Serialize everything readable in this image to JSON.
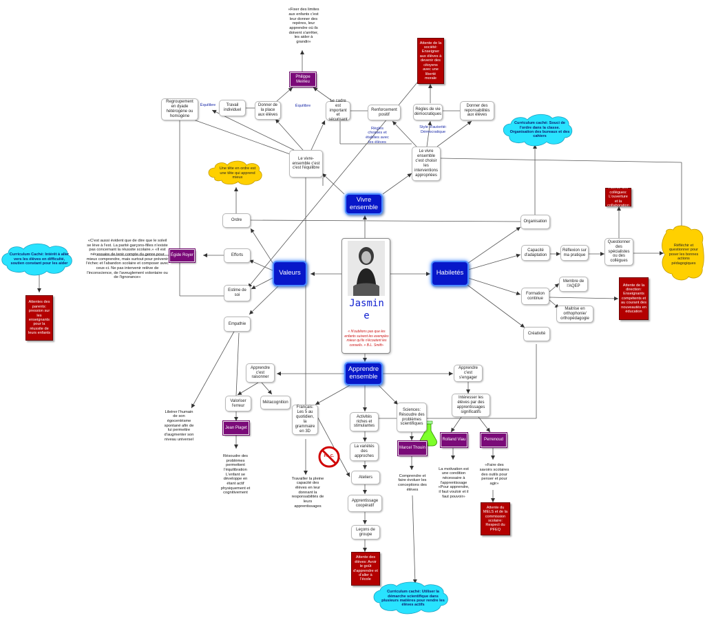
{
  "center": {
    "name": "Jasmine",
    "name_line1": "Jasmin",
    "name_line2": "e",
    "quote": "« N'oublions pas que les enfants suivent les exemples mieux qu'ils n'écoutent les conseils. » B.L. Smith-"
  },
  "main_nodes": {
    "vivre": "Vivre ensemble",
    "valeurs": "Valeurs",
    "habiletes": "Habiletés",
    "apprendre": "Apprendre ensemble"
  },
  "white_nodes": {
    "regroupement": "Regroupement en dyade hétérogène ou homogène",
    "travail_individuel": "Travail individuel",
    "donner_place": "Donner de la place aux élèves",
    "cadre": "Le cadre est important et sécurisant",
    "renforcement": "Renforcement positif",
    "regles_vie": "Règles de vie démocratiques",
    "donner_resp": "Donner des reponsabilités aux élèves",
    "vivre_equilibre": "Le vivre-ensemble c'est c'est l'équilibre",
    "vivre_choisir": "Le vivre ensemble c'est choisir les interventions appropriées",
    "ordre": "Ordre",
    "efforts": "Efforts",
    "estime": "Estime de soi",
    "empathie": "Empathie",
    "organisation": "Organisation",
    "capacite": "Capacité d'adaptation",
    "reflexion_pratique": "Réflexion sur ma pratique",
    "questionner": "Questionner des spécialistes ou des collègues",
    "formation": "Formation continue",
    "membre": "Membre de l'AQEP",
    "maitrise": "Maitrise en orthophonie/ orthopédagogie",
    "creativite": "Créativité",
    "apprendre_raisonner": "Apprendre c'est raisonner",
    "valoriser": "Valoriser l'erreur",
    "metacognition": "Métacognition",
    "francais": "Français: Les 5 au quotidien, la grammaire en 3D",
    "activites": "Activités riches et stimulantes",
    "variete": "La variétés des approches",
    "ateliers": "Ateliers",
    "cooperatif": "Apprentissage coopératif",
    "lecons": "Leçons de groupe",
    "sciences": "Sciences: Résoudre des problèmes scientifiques",
    "apprendre_engager": "Apprendre c'est s'engager",
    "interesser": "Intéresser les élèves par des apprentissages significatifs"
  },
  "purple_nodes": {
    "meirieu": "Philippe Meirieu",
    "royer": "Égide Royer",
    "piaget": "Jean Piaget",
    "thouin": "Marcel Thouin",
    "viau": "Rolland Viau",
    "perrenoud": "Perrenoud"
  },
  "red_nodes": {
    "societe": "Attente de la société: Enseigner aux élèves à devenir des citoyens avec une liberté morale",
    "collegues": "Attente des collègues: L'ouverture et la collaboration",
    "direction": "Attente de la direction: Enseignants compétents et au courant des nouveautés en éducation",
    "parents": "Attentes des parents: pression sur les enseignants pour la réussite de leurs enfants",
    "eleves": "Attente des élèves: Avoir le goût d'apprendre et d'aller à l'école",
    "mels": "Attente du MELS et de la commission scolaire: Respect du PFEQ"
  },
  "clouds": {
    "ordre_cloud": "Une tête en ordre est une tête qui apprend mieux",
    "souci_cloud": "Curriculum caché: Souci de l'ordre dans la classe. Organisation des bureaux et des cahiers",
    "reflechir_cloud": "Réfléchir et questionner pour poser les bonnes actions pédagogiques",
    "interet_cloud": "Curriculum Caché: Intérêt à aller vers les élèves en difficulté, soutien constant pour les aider",
    "demarche_cloud": "Curriculum caché: Utiliser la démarche scientifique dans plusieurs matières pour rendre les élèves actifs"
  },
  "texts": {
    "meirieu_quote": "«Fixer des limites aux enfants c'est leur donner des repères, leur apprendre où ils doivent s'arrêter, les aider à grandir»",
    "equilibre_1": "Équilibre",
    "equilibre_2": "Équilibre",
    "regles_choisies": "Règles choisies et établies avec les élèves",
    "style_autorite": "Style d'autorité: Démocratique",
    "royer_quote": "«C'est aussi évident que de dire que le soleil se lève à l'est. La parité garçons-filles n'existe pas concernant la réussite scolaire.» «Il est nécessaire de tenir compte du genre pour mieux comprendre, mais surtout pour prévenir l'échec et l'abandon scolaire et composer avec ceux-ci. Ne pas intervenir relève de l'inconscience, de l'aveuglement volontaire ou de l'ignorance»",
    "liberer": "Libérer l'humain de son égocentrisme spontané afin de lui permettre d'augmenter son niveau universel",
    "piaget_text": "Résoudre des problèmes permettent l'équilibration  L'enfant se développe en étant actif physiquement et cognitivement",
    "travailler": "Travailler la pleine capacité des élèves en leur donnant la responsabilités de leurs apprentissages",
    "thouin_text": "Comprendre et faire évoluer les conceptions des élèves",
    "viau_text": "La motivation est une condition nécessaire à l'apprentissage  «Pour apprendre, il faut vouloir et il faut pouvoir»",
    "perrenoud_text": "«Faire des savoirs scolaires des outils pour penser et pour agir»",
    "plc_sign": "P.L.C."
  },
  "colors": {
    "main_blue": "#0717c9",
    "attente_red": "#b30000",
    "author_purple": "#7a0a78",
    "cloud_cyan": "#29e3ff",
    "cloud_yellow": "#ffd000"
  }
}
